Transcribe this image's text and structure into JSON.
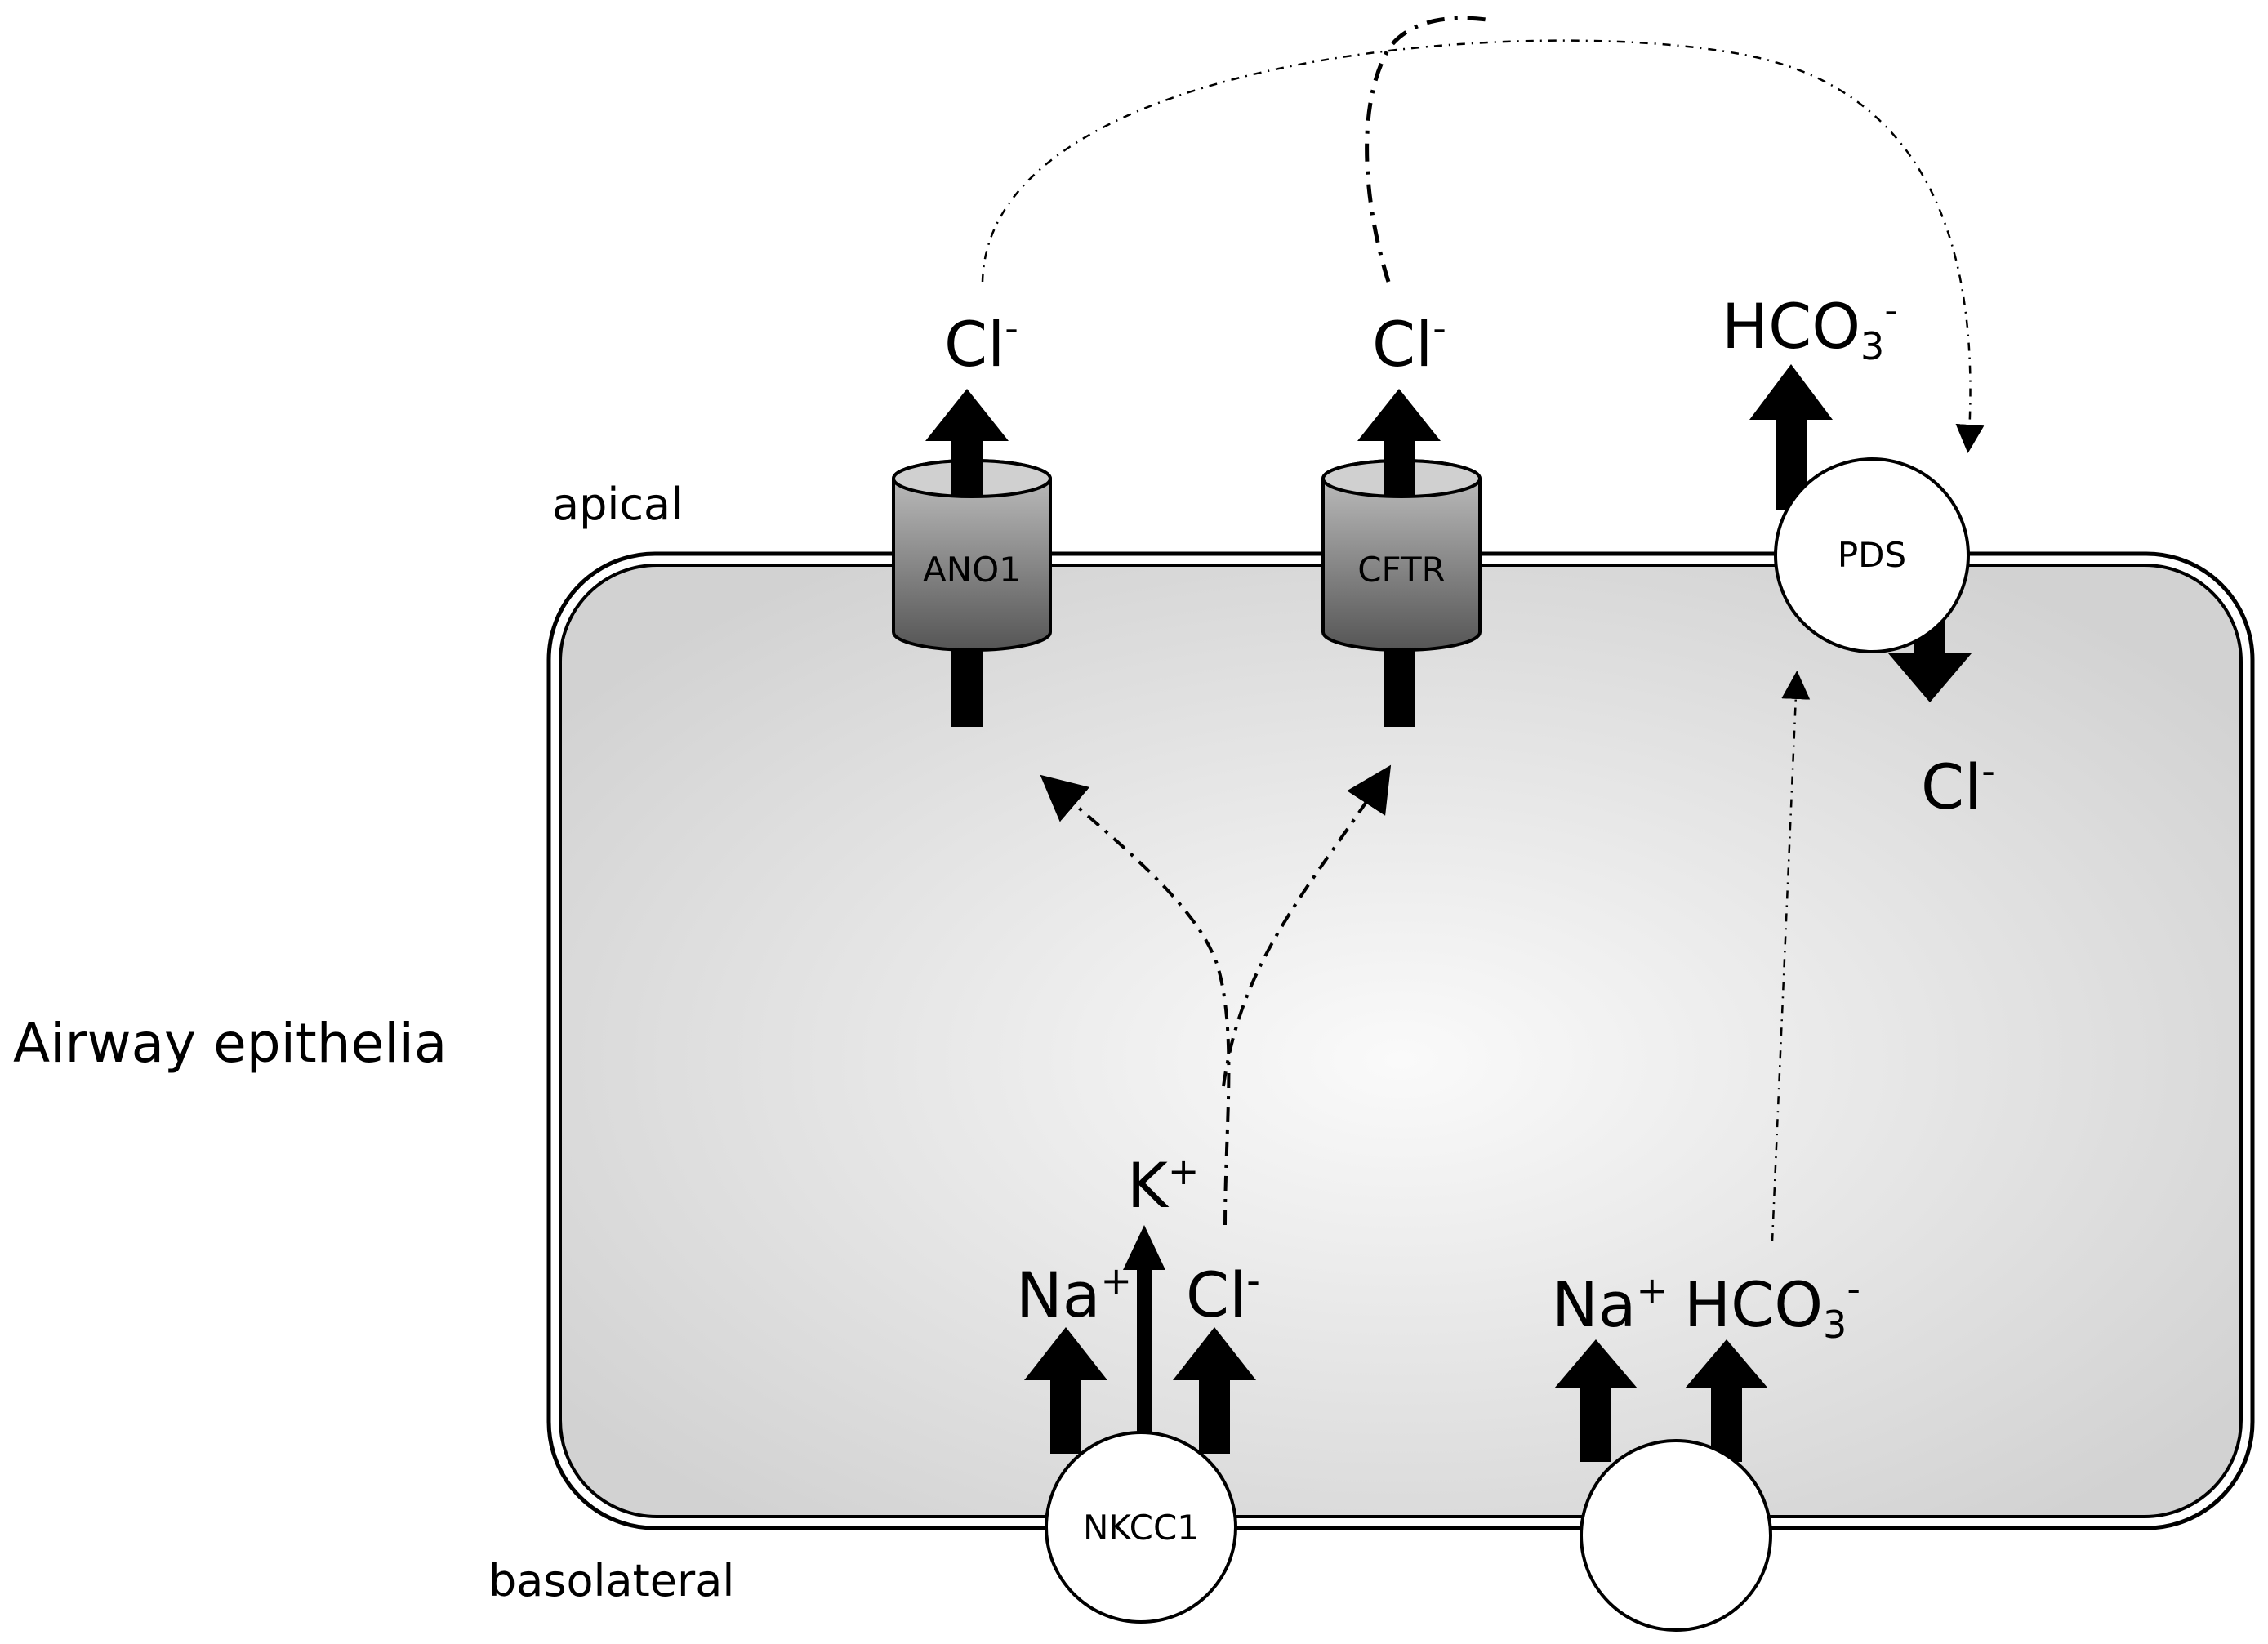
{
  "title": "Airway epithelia",
  "labels": {
    "apical": "apical",
    "basolateral": "basolateral"
  },
  "transporters": {
    "ano1": "ANO1",
    "cftr": "CFTR",
    "pds": "PDS",
    "nkcc1": "NKCC1"
  },
  "ions": {
    "ano1_cl": {
      "base": "Cl",
      "sup": "-"
    },
    "cftr_cl": {
      "base": "Cl",
      "sup": "-"
    },
    "pds_hco3": {
      "base": "HCO",
      "sub": "3",
      "sup": "-"
    },
    "pds_cl": {
      "base": "Cl",
      "sup": "-"
    },
    "nkcc1_k": {
      "base": "K",
      "sup": "+"
    },
    "nkcc1_na": {
      "base": "Na",
      "sup": "+"
    },
    "nkcc1_cl": {
      "base": "Cl",
      "sup": "-"
    },
    "nbc_na": {
      "base": "Na",
      "sup": "+"
    },
    "nbc_hco3": {
      "base": "HCO",
      "sub": "3",
      "sup": "-"
    }
  },
  "colors": {
    "membrane": "#000000",
    "cell_fill_center": "#fafafa",
    "cell_fill_edge": "#d2d2d2",
    "channel_top": "#bdbdbd",
    "channel_bottom": "#5a5a5a",
    "arrow": "#000000"
  }
}
